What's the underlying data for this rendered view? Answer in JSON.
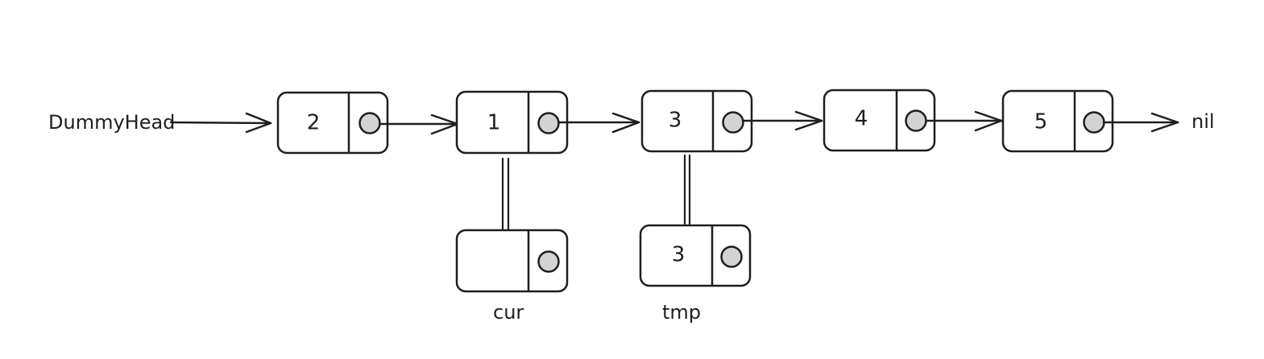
{
  "head_label": "DummyHead",
  "tail_label": "nil",
  "nodes": [
    {
      "value": "2"
    },
    {
      "value": "1"
    },
    {
      "value": "3"
    },
    {
      "value": "4"
    },
    {
      "value": "5"
    }
  ],
  "pointers": [
    {
      "label": "cur",
      "value": ""
    },
    {
      "label": "tmp",
      "value": "3"
    }
  ],
  "colors": {
    "stroke": "#1e1e1e",
    "dot_fill": "#d3d3d3",
    "background": "#ffffff"
  }
}
